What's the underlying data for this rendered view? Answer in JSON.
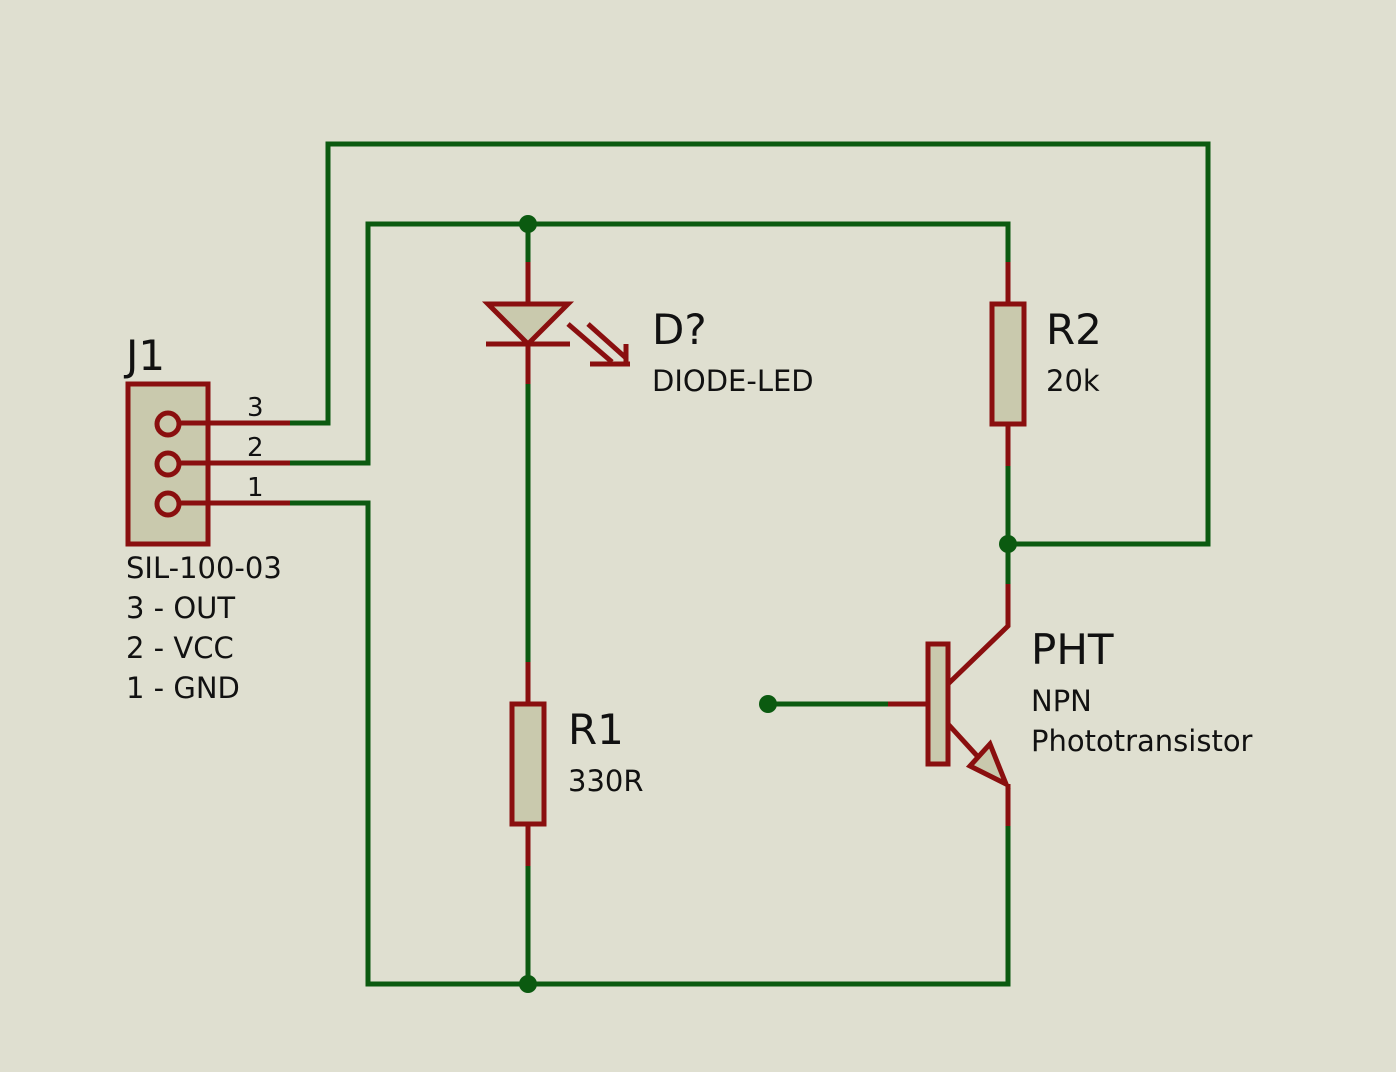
{
  "connector": {
    "ref": "J1",
    "part": "SIL-100-03",
    "pins": [
      "3",
      "2",
      "1"
    ],
    "pinout": [
      "3 - OUT",
      "2 - VCC",
      "1 - GND"
    ]
  },
  "led": {
    "ref": "D?",
    "value": "DIODE-LED"
  },
  "r1": {
    "ref": "R1",
    "value": "330R"
  },
  "r2": {
    "ref": "R2",
    "value": "20k"
  },
  "transistor": {
    "ref": "PHT",
    "value_line1": "NPN",
    "value_line2": "Phototransistor"
  },
  "colors": {
    "background": "#dfdfd0",
    "wire": "#0b5a10",
    "component": "#8a0f0f",
    "component_fill": "#c9c9ad"
  }
}
